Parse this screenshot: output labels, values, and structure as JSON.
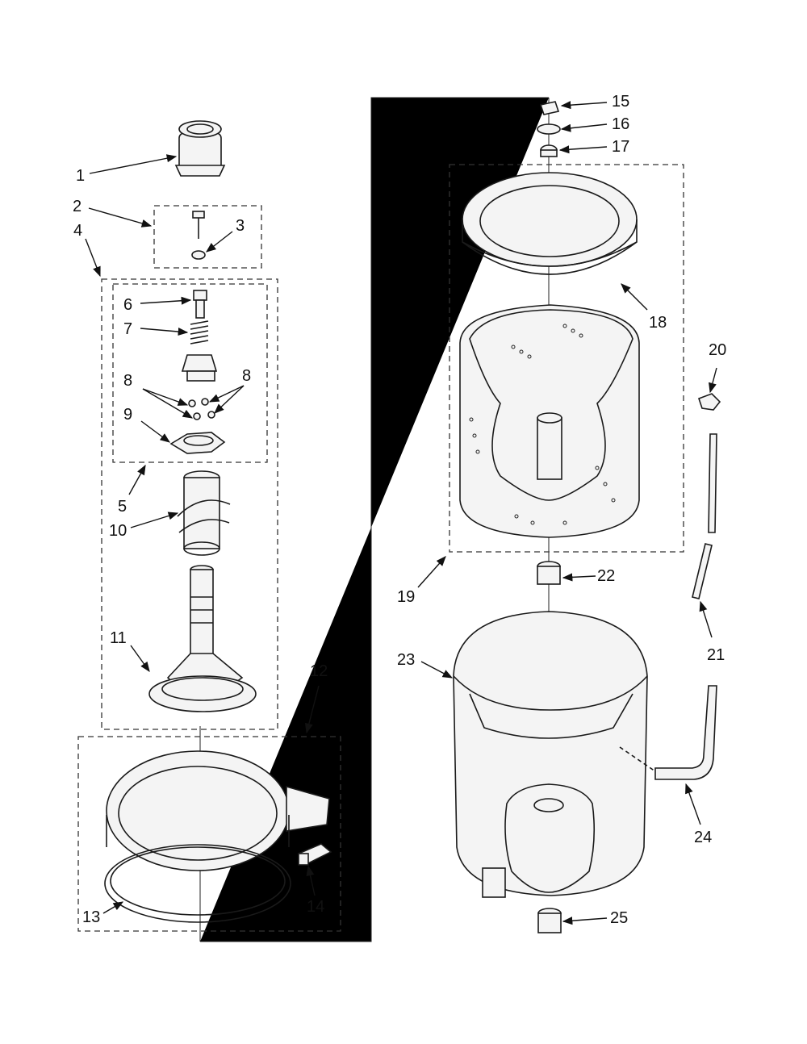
{
  "callouts": [
    {
      "id": "1",
      "text": "1"
    },
    {
      "id": "2",
      "text": "2"
    },
    {
      "id": "3",
      "text": "3"
    },
    {
      "id": "4",
      "text": "4"
    },
    {
      "id": "5",
      "text": "5"
    },
    {
      "id": "6",
      "text": "6"
    },
    {
      "id": "7",
      "text": "7"
    },
    {
      "id": "8a",
      "text": "8"
    },
    {
      "id": "8b",
      "text": "8"
    },
    {
      "id": "9",
      "text": "9"
    },
    {
      "id": "10",
      "text": "10"
    },
    {
      "id": "11",
      "text": "11"
    },
    {
      "id": "12",
      "text": "12"
    },
    {
      "id": "13",
      "text": "13"
    },
    {
      "id": "14",
      "text": "14"
    },
    {
      "id": "15",
      "text": "15"
    },
    {
      "id": "16",
      "text": "16"
    },
    {
      "id": "17",
      "text": "17"
    },
    {
      "id": "18",
      "text": "18"
    },
    {
      "id": "19",
      "text": "19"
    },
    {
      "id": "20",
      "text": "20"
    },
    {
      "id": "21",
      "text": "21"
    },
    {
      "id": "22",
      "text": "22"
    },
    {
      "id": "23",
      "text": "23"
    },
    {
      "id": "24",
      "text": "24"
    },
    {
      "id": "25",
      "text": "25"
    }
  ]
}
